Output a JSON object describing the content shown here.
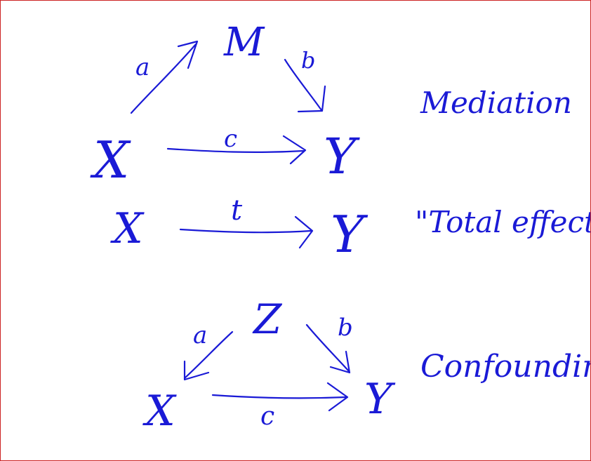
{
  "colors": {
    "ink": "#1a1ad6",
    "border": "#cc2222",
    "background": "#ffffff"
  },
  "mediation": {
    "title": "Mediation",
    "node_x": "X",
    "node_m": "M",
    "node_y": "Y",
    "path_a": "a",
    "path_b": "b",
    "path_c": "c"
  },
  "total_effect": {
    "title": "\"Total effect\"",
    "node_x": "X",
    "node_y": "Y",
    "path_t": "t"
  },
  "confounding": {
    "title": "Confounding",
    "node_z": "Z",
    "node_x": "X",
    "node_y": "Y",
    "path_a": "a",
    "path_b": "b",
    "path_c": "c"
  }
}
